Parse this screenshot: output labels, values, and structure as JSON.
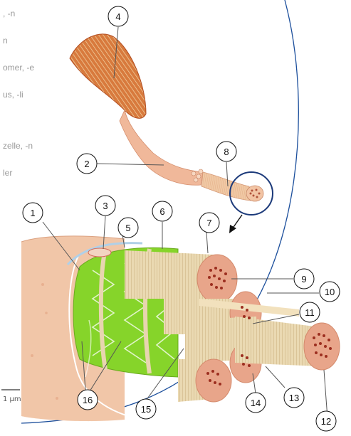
{
  "side_text": [
    ", -n",
    "n",
    "omer, -e",
    "us, -li",
    "zelle, -n",
    "ler"
  ],
  "scale_bar_label": "1 µm",
  "callouts": [
    "1",
    "2",
    "3",
    "4",
    "5",
    "6",
    "7",
    "8",
    "9",
    "10",
    "11",
    "12",
    "13",
    "14",
    "15",
    "16"
  ],
  "colors": {
    "fibre_skin": "#f1c6a8",
    "fibre_shadow": "#dba07f",
    "muscle_red": "#c65a2a",
    "actin_green": "#86d42a",
    "myofibril_tan": "#ead9b2",
    "myofibril_line": "#c9b07d",
    "myofibril_end": "#e8a58a",
    "myofibril_dot": "#9c2e1f",
    "circle_border": "#1c4f9c",
    "callout_line": "#555555"
  }
}
